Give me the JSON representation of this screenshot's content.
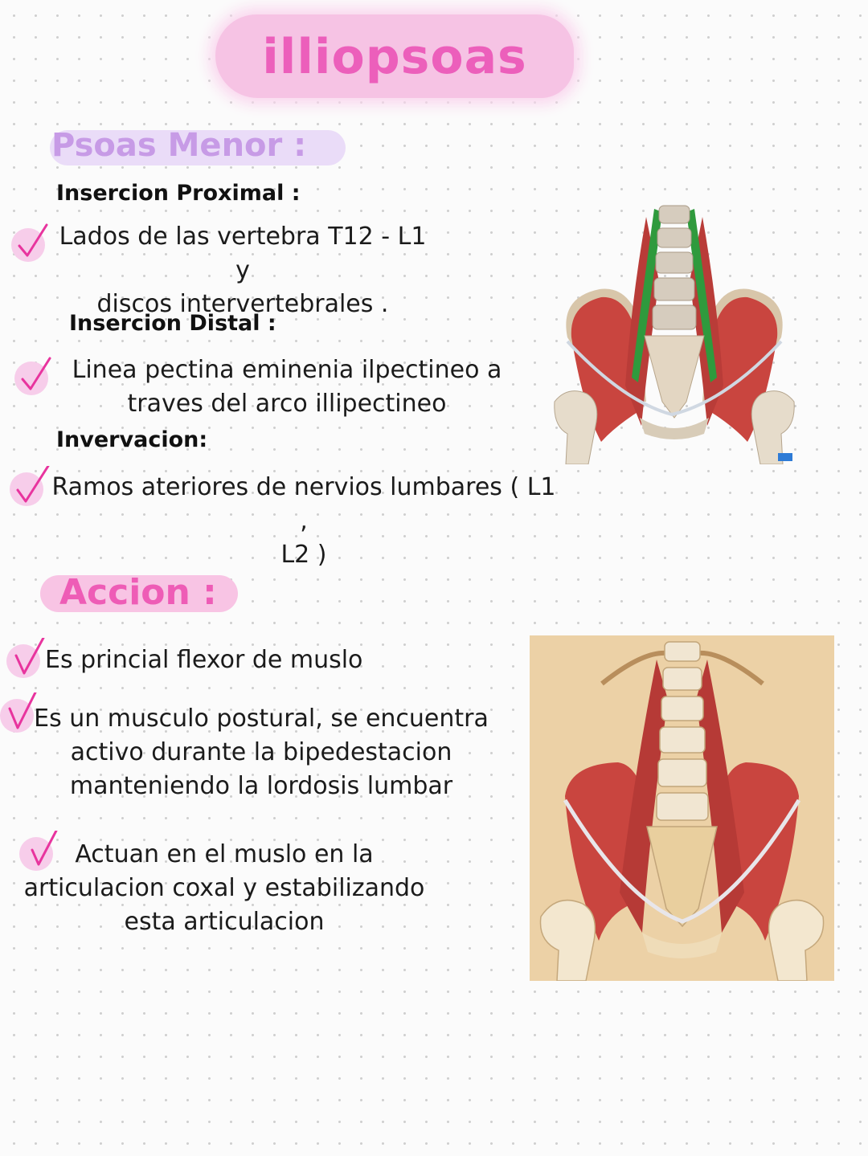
{
  "title": "illiopsoas",
  "psoas_menor": {
    "header": "Psoas Menor :",
    "proximal": {
      "label": "Insercion Proximal :",
      "text": "Lados de las vertebra T12 - L1  y\ndiscos intervertebrales ."
    },
    "distal": {
      "label": "Insercion Distal :",
      "text": "Linea pectina eminenia ilpectineo a\ntraves del arco illipectineo"
    },
    "inervacion": {
      "label": "Invervacion:",
      "text": "Ramos ateriores de nervios lumbares ( L1 ,\nL2 )"
    }
  },
  "accion": {
    "header": "Accion :",
    "items": [
      "Es princial flexor de muslo",
      "Es un musculo postural, se encuentra\nactivo durante la bipedestacion\nmanteniendo la  lordosis lumbar",
      "Actuan en el muslo en la\narticulacion coxal y estabilizando\nesta articulacion"
    ]
  },
  "colors": {
    "title": "#ec5fbb",
    "title_bg": "#f6c3e4",
    "psoas_header": "#c79be6",
    "psoas_header_bg": "#eadcf8",
    "accion_header": "#ee5cb6",
    "accion_header_bg": "#f8c4e4",
    "check": "#e8349e",
    "check_bg": "#f7cdea",
    "muscle": "#c9453f",
    "psoas_minor_highlight": "#2f9a3d",
    "illustration_bg": "#ecd1a6"
  },
  "icons": [
    "check-icon",
    "pelvis-muscle-illustration"
  ]
}
